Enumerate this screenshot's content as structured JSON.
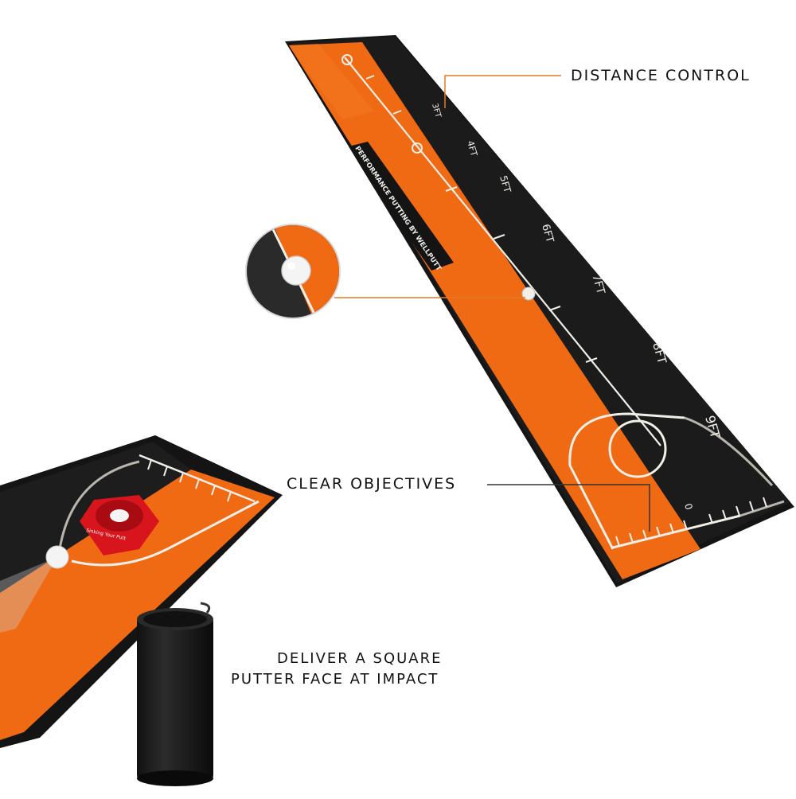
{
  "callouts": {
    "distance_control": "DISTANCE CONTROL",
    "clear_objectives": "CLEAR OBJECTIVES",
    "square_face_line1": "DELIVER A SQUARE",
    "square_face_line2": "PUTTER FACE AT IMPACT"
  },
  "mat": {
    "brand_text": "PERFORMANCE PUTTING BY WELLPUTT",
    "distance_marks": [
      "3FT",
      "4FT",
      "5FT",
      "6FT",
      "7FT",
      "8FT",
      "9FT"
    ],
    "zero_mark": "0"
  },
  "cup": {
    "label": "Sinking Your Putt"
  },
  "colors": {
    "orange": "#f06a14",
    "black": "#141414",
    "line_white": "#f1efe8",
    "cup_red": "#d8141c",
    "callout_line": "#e07a2a"
  }
}
